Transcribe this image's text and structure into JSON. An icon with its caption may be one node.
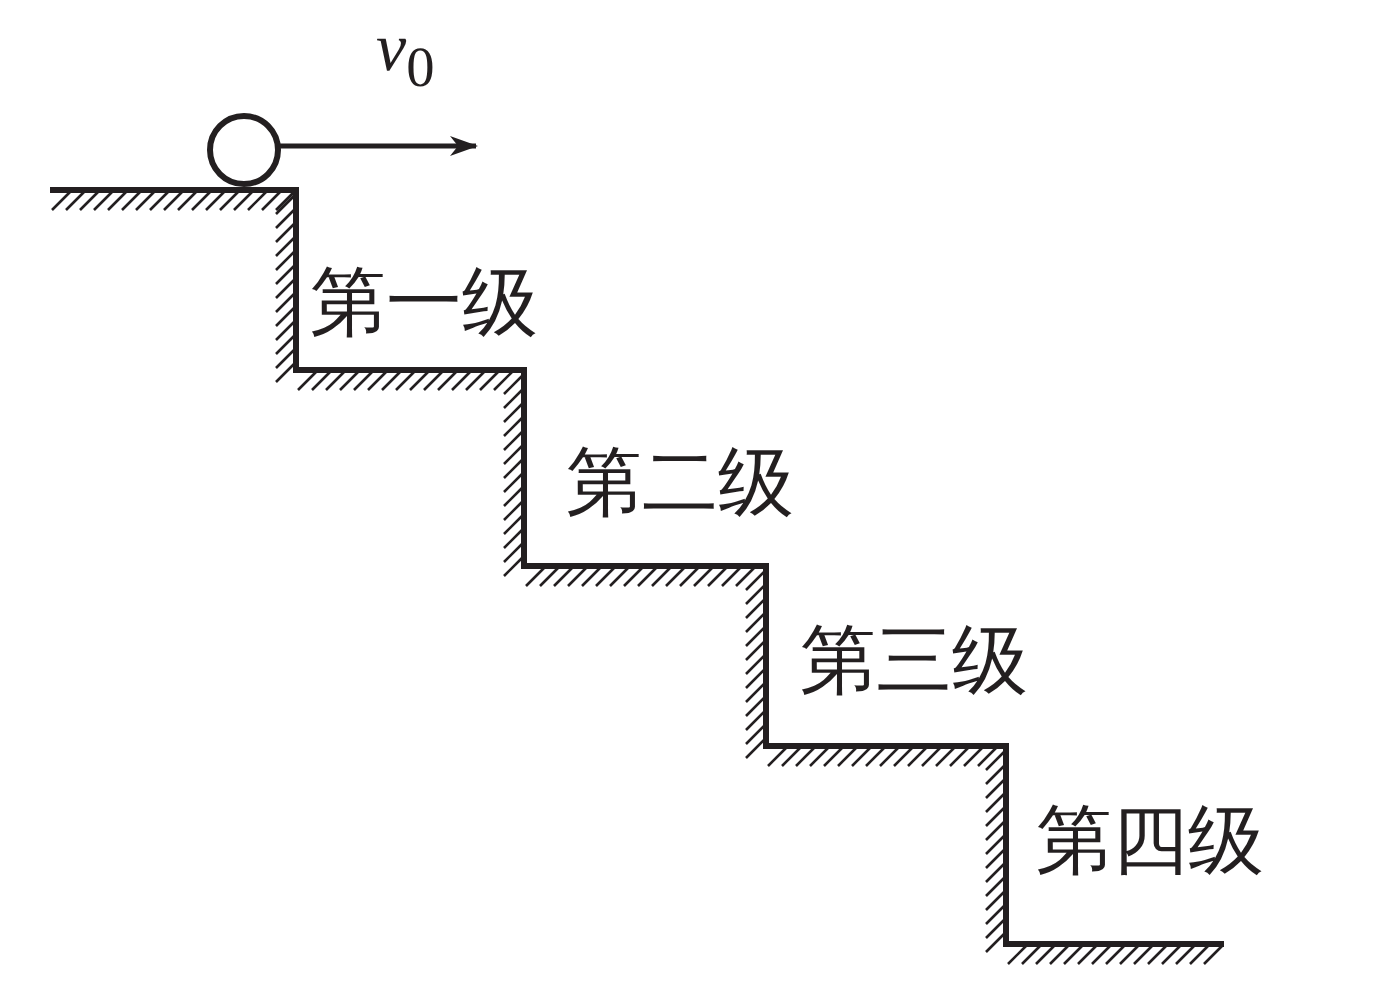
{
  "diagram": {
    "labels": [
      "*v*$_{0}$",
      "第一级",
      "第二级",
      "第三级",
      "第四级"
    ]
  }
}
